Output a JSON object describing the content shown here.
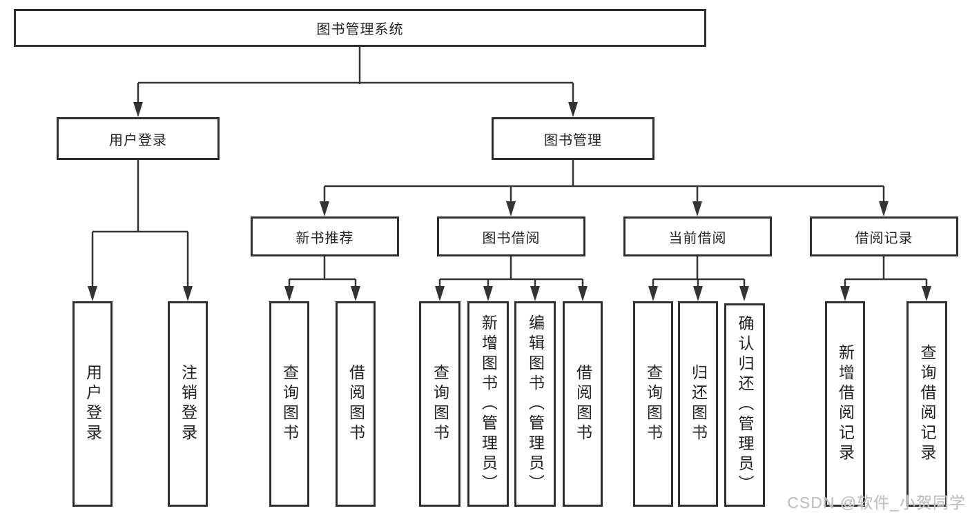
{
  "tree": {
    "root": "图书管理系统",
    "branches": [
      {
        "label": "用户登录",
        "children": [
          "用户登录",
          "注销登录"
        ]
      },
      {
        "label": "图书管理",
        "children": [
          {
            "label": "新书推荐",
            "children": [
              "查询图书",
              "借阅图书"
            ]
          },
          {
            "label": "图书借阅",
            "children": [
              "查询图书",
              "新增图书（管理员）",
              "编辑图书（管理员）",
              "借阅图书"
            ]
          },
          {
            "label": "当前借阅",
            "children": [
              "查询图书",
              "归还图书",
              "确认归还（管理员）"
            ]
          },
          {
            "label": "借阅记录",
            "children": [
              "新增借阅记录",
              "查询借阅记录"
            ]
          }
        ]
      }
    ]
  },
  "watermark": "CSDN @软件_小贺同学",
  "colors": {
    "line": "#333333",
    "box_border": "#2e2e2e",
    "text": "#222222",
    "background": "#ffffff",
    "watermark": "#bfbfbf"
  }
}
